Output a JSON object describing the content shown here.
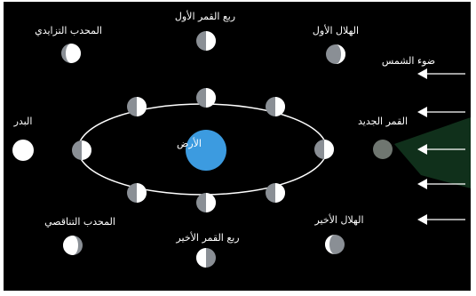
{
  "labels": {
    "earth": "الأرض",
    "sunlight": "ضوء الشمس",
    "new_moon": "القمر الجديد",
    "waxing_crescent": "الهلال الأول",
    "first_quarter": "ربع القمر الأول",
    "waxing_gibbous": "المحدب التزايدي",
    "full_moon": "البدر",
    "waning_gibbous": "المحدب التناقصي",
    "last_quarter": "ربع القمر الأخير",
    "waning_crescent": "الهلال الأخير"
  },
  "colors": {
    "background": "#000000",
    "earth": "#3c9be0",
    "moon_lit": "#ffffff",
    "moon_dark": "#8a8f95",
    "new_moon": "#6f7670",
    "orbit": "#ffffff",
    "sun_arrows": "#ffffff",
    "watermark": "#2f8a4c"
  },
  "icons": {
    "earth": "earth-icon",
    "moon": "moon-phase-icon",
    "sun_arrow": "arrow-left-icon"
  }
}
